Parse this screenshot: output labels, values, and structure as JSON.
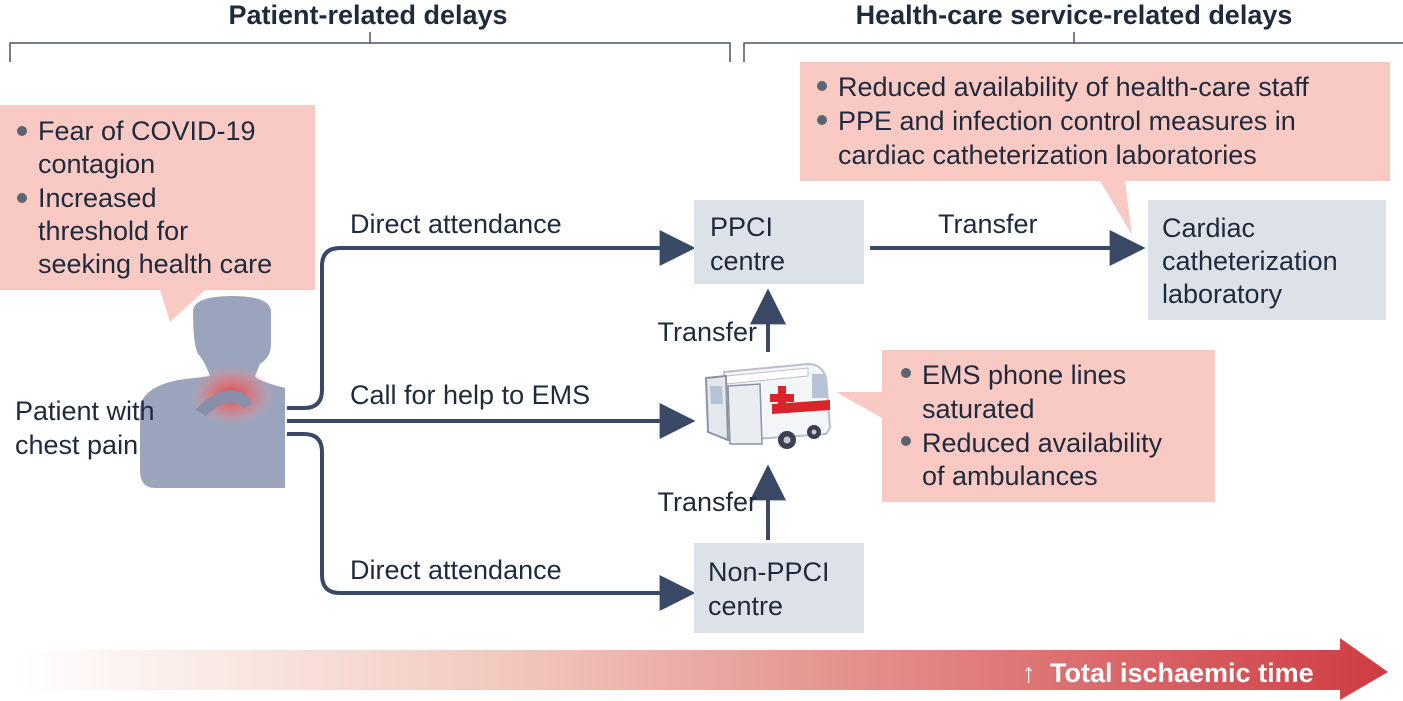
{
  "headers": {
    "patient_delays": "Patient-related delays",
    "service_delays": "Health-care service-related delays"
  },
  "callouts": {
    "patient": [
      [
        "Fear of COVID-19",
        "contagion"
      ],
      [
        "Increased",
        "threshold for",
        "seeking health care"
      ]
    ],
    "service": [
      [
        "Reduced availability of health-care staff"
      ],
      [
        "PPE and infection control measures in",
        "cardiac catheterization laboratories"
      ]
    ],
    "ems": [
      [
        "EMS phone lines",
        "saturated"
      ],
      [
        "Reduced availability",
        "of ambulances"
      ]
    ]
  },
  "patient_label": [
    "Patient with",
    "chest pain"
  ],
  "paths": {
    "direct_top": "Direct attendance",
    "call_ems": "Call for help to EMS",
    "direct_bottom": "Direct attendance",
    "transfer_right": "Transfer",
    "transfer_up_top": "Transfer",
    "transfer_up_bottom": "Transfer"
  },
  "nodes": {
    "ppci": [
      "PPCI",
      "centre"
    ],
    "cath_lab": [
      "Cardiac",
      "catheterization",
      "laboratory"
    ],
    "non_ppci": [
      "Non-PPCI",
      "centre"
    ]
  },
  "timeline": {
    "arrow_glyph": "↑",
    "label": "Total ischaemic time"
  },
  "colors": {
    "callout_fill": "#f9c9c4",
    "node_fill": "#dde2e8",
    "arrow": "#3a4a66",
    "silhouette": "#9aa4bd",
    "gradient_end": "#cf3c43"
  }
}
